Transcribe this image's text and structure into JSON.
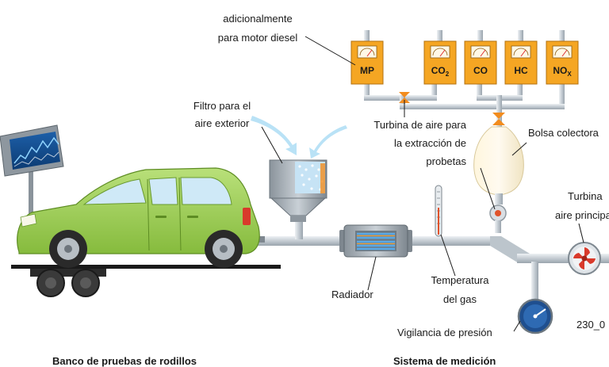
{
  "labels": {
    "diesel_line1": "adicionalmente",
    "diesel_line2": "para motor diesel",
    "filter_line1": "Filtro para el",
    "filter_line2": "aire exterior",
    "turbine_extract_line1": "Turbina de aire para",
    "turbine_extract_line2": "la extracción de",
    "turbine_extract_line3": "probetas",
    "collector_bag": "Bolsa colectora",
    "main_turbine_line1": "Turbina",
    "main_turbine_line2": "aire principal",
    "radiator": "Radiador",
    "temperature_line1": "Temperatura",
    "temperature_line2": "del gas",
    "pressure_monitor": "Vigilancia de presión",
    "figure_code": "230_0",
    "caption_left": "Banco de pruebas de rodillos",
    "caption_right": "Sistema de medición"
  },
  "analyzers": [
    {
      "label": "MP"
    },
    {
      "label": "CO",
      "sub": "2"
    },
    {
      "label": "CO"
    },
    {
      "label": "HC"
    },
    {
      "label": "NO",
      "sub": "X"
    }
  ],
  "colors": {
    "analyzer_orange": "#f5a623",
    "pipe_gray": "#c3cbd2",
    "car_green": "#9ccf4f",
    "air_blue": "#a8d8f0",
    "valve_orange": "#f28c1e"
  }
}
